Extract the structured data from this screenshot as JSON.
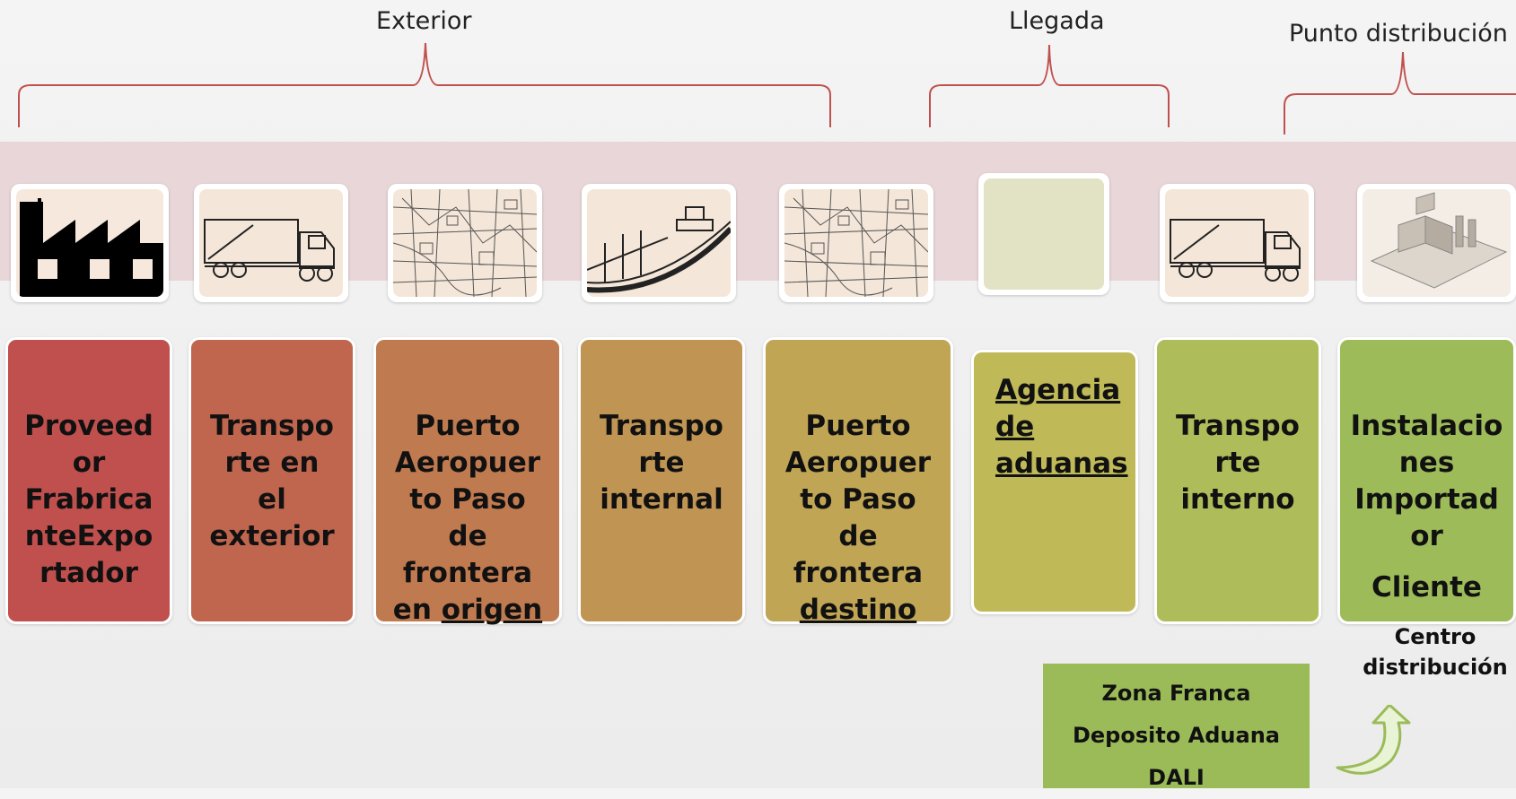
{
  "sections": {
    "exterior": "Exterior",
    "llegada": "Llegada",
    "punto": "Punto distribución"
  },
  "steps": [
    {
      "lines": "Proveed\nor\nFrabrica\nnteExpo\nrtador",
      "color": "#c0504d",
      "icon": "factory-icon"
    },
    {
      "lines": "Transpo\nrte  en\nel\nexterior",
      "color": "#c0664f",
      "icon": "truck-icon"
    },
    {
      "lines": "Puerto\nAeropuer\nto Paso\nde\nfrontera",
      "last_plain": "en ",
      "last_underlined": "origen",
      "color": "#c07a50",
      "icon": "map-icon"
    },
    {
      "lines": "Transpo\nrte\ninternal",
      "color": "#c09452",
      "icon": "ship-icon"
    },
    {
      "lines": "Puerto\nAeropuer\nto Paso\nde\nfrontera",
      "last_underlined": "destino",
      "color": "#c0a555",
      "icon": "map-icon"
    },
    {
      "underlined": "Agencia\nde\naduanas",
      "color": "#bfba57",
      "icon": "blank-icon"
    },
    {
      "lines": "Transpo\nrte\ninterno",
      "color": "#aebd59",
      "icon": "truck-icon"
    },
    {
      "lines": "Instalacio\nnes\nImportad\nor",
      "extra": "Cliente",
      "color": "#9dbb59",
      "icon": "warehouse-icon"
    }
  ],
  "zona": {
    "line1": "Zona Franca",
    "line2": "Deposito Aduana",
    "line3": "DALI"
  },
  "centro": {
    "line1": "Centro",
    "line2": "distribución"
  }
}
